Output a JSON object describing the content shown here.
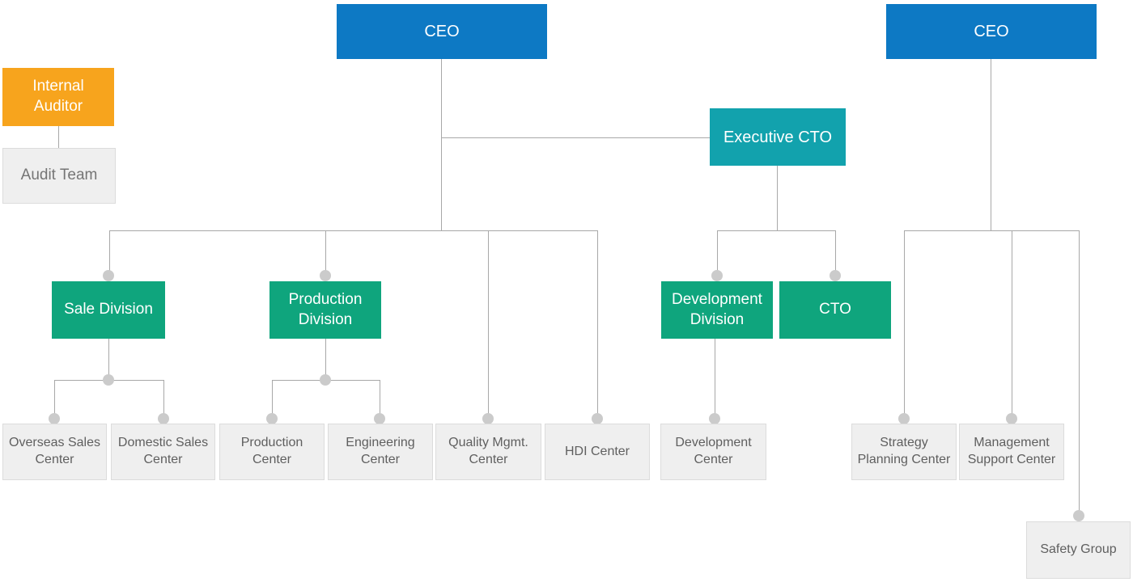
{
  "diagram": {
    "type": "org-chart",
    "colors": {
      "executive_blue": "#0d79c4",
      "cto_teal": "#12a2ad",
      "division_green": "#0fa57d",
      "auditor_orange": "#f7a41d",
      "center_gray_bg": "#efefef",
      "center_gray_border": "#dcdcdc",
      "connector_line": "#a8a8a8",
      "connector_dot": "#cbcbcb"
    },
    "nodes": {
      "ceo_left": {
        "label": "CEO"
      },
      "ceo_right": {
        "label": "CEO"
      },
      "internal_auditor": {
        "label": "Internal\nAuditor"
      },
      "audit_team": {
        "label": "Audit Team"
      },
      "executive_cto": {
        "label": "Executive CTO"
      },
      "sale_division": {
        "label": "Sale Division"
      },
      "production_division": {
        "label": "Production\nDivision"
      },
      "development_division": {
        "label": "Development\nDivision"
      },
      "cto": {
        "label": "CTO"
      },
      "overseas_sales_center": {
        "label": "Overseas Sales\nCenter"
      },
      "domestic_sales_center": {
        "label": "Domestic Sales\nCenter"
      },
      "production_center": {
        "label": "Production\nCenter"
      },
      "engineering_center": {
        "label": "Engineering\nCenter"
      },
      "quality_mgmt_center": {
        "label": "Quality Mgmt.\nCenter"
      },
      "hdi_center": {
        "label": "HDI Center"
      },
      "development_center": {
        "label": "Development\nCenter"
      },
      "strategy_planning_center": {
        "label": "Strategy\nPlanning Center"
      },
      "management_support_center": {
        "label": "Management\nSupport Center"
      },
      "safety_group": {
        "label": "Safety Group"
      }
    }
  }
}
